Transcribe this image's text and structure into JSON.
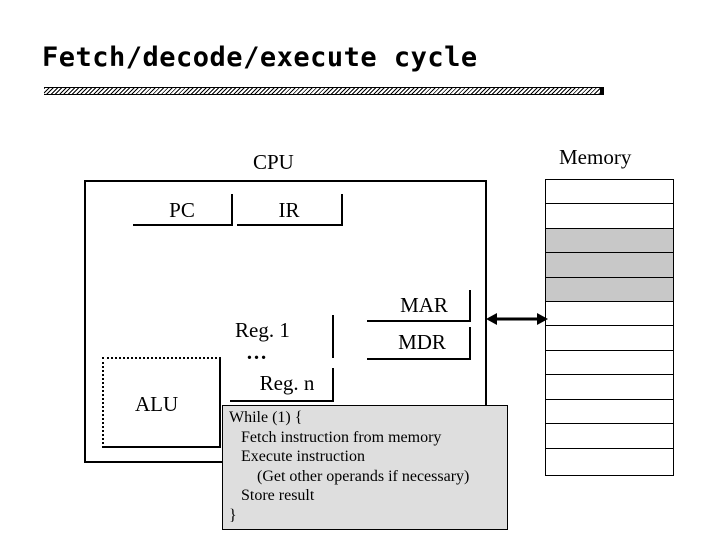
{
  "slide": {
    "title": "Fetch/decode/execute cycle"
  },
  "diagram": {
    "cpu_label": "CPU",
    "memory_label": "Memory",
    "registers": {
      "pc": "PC",
      "ir": "IR",
      "reg1": "Reg. 1",
      "ellipsis": "…",
      "regn": "Reg. n",
      "mar": "MAR",
      "mdr": "MDR"
    },
    "alu_label": "ALU",
    "memory_cells": 12,
    "memory_highlight_color": "#c8c8c8",
    "code_lines": [
      "While (1) {",
      "   Fetch instruction from memory",
      "   Execute instruction",
      "       (Get other operands if necessary)",
      "   Store result",
      "}"
    ]
  }
}
